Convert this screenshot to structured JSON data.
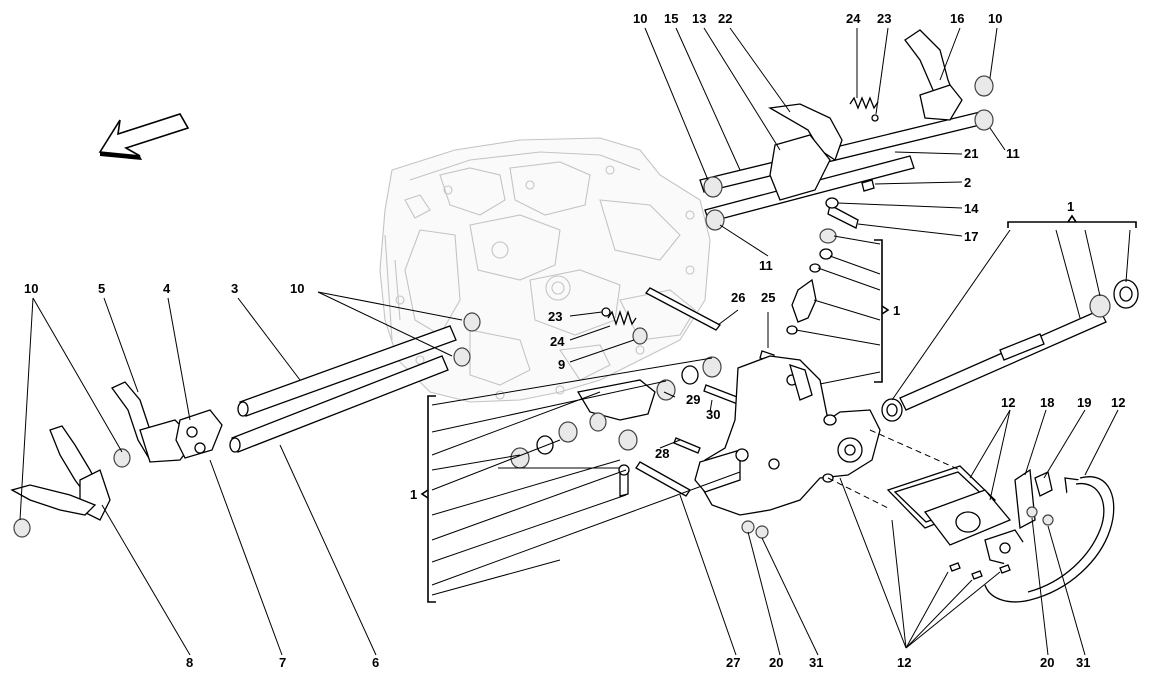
{
  "diagram": {
    "labels": [
      {
        "id": "l10a",
        "text": "10"
      },
      {
        "id": "l5",
        "text": "5"
      },
      {
        "id": "l4",
        "text": "4"
      },
      {
        "id": "l3",
        "text": "3"
      },
      {
        "id": "l10b",
        "text": "10"
      },
      {
        "id": "l8",
        "text": "8"
      },
      {
        "id": "l7",
        "text": "7"
      },
      {
        "id": "l6",
        "text": "6"
      },
      {
        "id": "l1left",
        "text": "1"
      },
      {
        "id": "l23a",
        "text": "23"
      },
      {
        "id": "l24a",
        "text": "24"
      },
      {
        "id": "l9",
        "text": "9"
      },
      {
        "id": "l26",
        "text": "26"
      },
      {
        "id": "l25",
        "text": "25"
      },
      {
        "id": "l29",
        "text": "29"
      },
      {
        "id": "l30",
        "text": "30"
      },
      {
        "id": "l28",
        "text": "28"
      },
      {
        "id": "l27",
        "text": "27"
      },
      {
        "id": "l20a",
        "text": "20"
      },
      {
        "id": "l31a",
        "text": "31"
      },
      {
        "id": "l10c",
        "text": "10"
      },
      {
        "id": "l15",
        "text": "15"
      },
      {
        "id": "l13",
        "text": "13"
      },
      {
        "id": "l22",
        "text": "22"
      },
      {
        "id": "l24b",
        "text": "24"
      },
      {
        "id": "l23b",
        "text": "23"
      },
      {
        "id": "l16",
        "text": "16"
      },
      {
        "id": "l10d",
        "text": "10"
      },
      {
        "id": "l11a",
        "text": "11"
      },
      {
        "id": "l21",
        "text": "21"
      },
      {
        "id": "l2",
        "text": "2"
      },
      {
        "id": "l14",
        "text": "14"
      },
      {
        "id": "l17",
        "text": "17"
      },
      {
        "id": "l11b",
        "text": "11"
      },
      {
        "id": "l1mid",
        "text": "1"
      },
      {
        "id": "l1right",
        "text": "1"
      },
      {
        "id": "l12a",
        "text": "12"
      },
      {
        "id": "l18",
        "text": "18"
      },
      {
        "id": "l19",
        "text": "19"
      },
      {
        "id": "l12b",
        "text": "12"
      },
      {
        "id": "l12c",
        "text": "12"
      },
      {
        "id": "l20b",
        "text": "20"
      },
      {
        "id": "l31b",
        "text": "31"
      }
    ],
    "icons": [
      "direction-arrow-icon"
    ]
  }
}
